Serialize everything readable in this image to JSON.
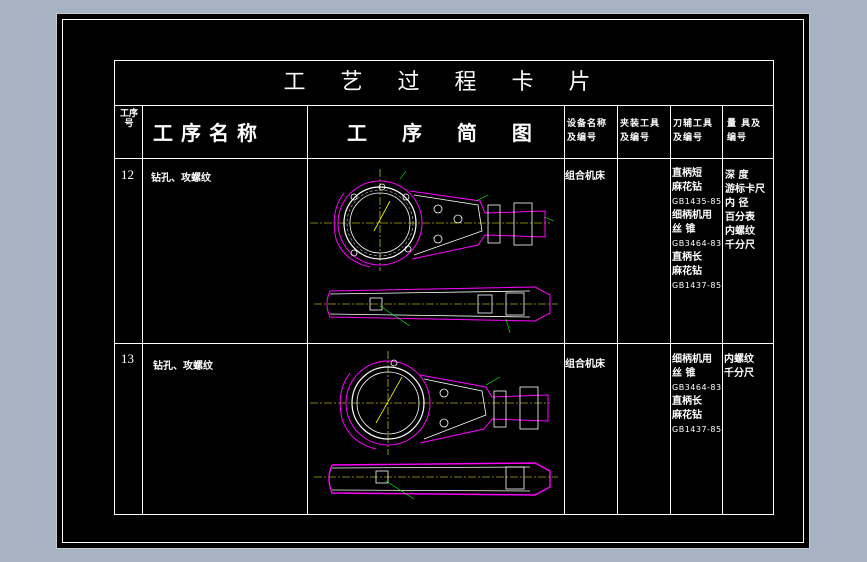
{
  "card": {
    "title": "工 艺 过 程 卡 片",
    "headers": {
      "seq": "工序号",
      "name": "工序名称",
      "sketch": "工 序 简 图",
      "equipment": "设备名称及编号",
      "fixture": "夹装工具及编号",
      "cutting_tool": "刀辅工具及编号",
      "gauge": "量 具及编号"
    },
    "rows": [
      {
        "seq": "12",
        "name": "钻孔、攻螺纹",
        "equipment": "组合机床",
        "tools": [
          "直柄短",
          "麻花钻",
          "GB1435-85",
          "细柄机用",
          "丝   锥",
          "GB3464-83",
          "直柄长",
          "麻花钻",
          "GB1437-85"
        ],
        "gauges": [
          "深  度",
          "游标卡尺",
          "内  径",
          "百分表",
          "内螺纹",
          "千分尺"
        ]
      },
      {
        "seq": "13",
        "name": "钻孔、攻螺纹",
        "equipment": "组合机床",
        "tools": [
          "细柄机用",
          "丝   锥",
          "GB3464-83",
          "直柄长",
          "麻花钻",
          "GB1437-85"
        ],
        "gauges": [
          "内螺纹",
          "千分尺"
        ]
      }
    ]
  },
  "colors": {
    "background": "#a7b3c3",
    "canvas": "#000000",
    "line": "#ffffff",
    "part_outline": "#ff00ff",
    "centerline": "#ffff00",
    "dimension": "#00ff00"
  }
}
